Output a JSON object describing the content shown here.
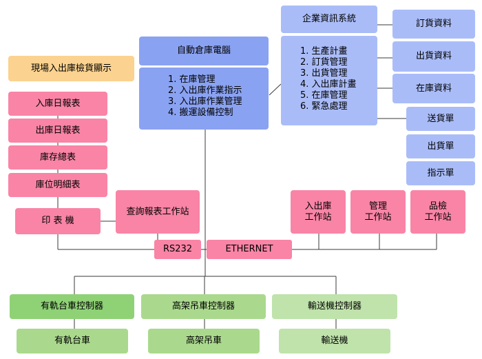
{
  "central": {
    "title": "自動倉庫電腦",
    "items": [
      "1. 在庫管理",
      "2. 入出庫作業指示",
      "3. 入出庫作業管理",
      "4. 搬運設備控制"
    ]
  },
  "erp": {
    "title": "企業資訊系統",
    "items": [
      "1. 生產計畫",
      "2. 訂貨管理",
      "3. 出貨管理",
      "4. 入出庫計畫",
      "5. 在庫管理",
      "6. 緊急處理"
    ]
  },
  "erp_outputs": [
    "訂貨資料",
    "出貨資料",
    "在庫資料"
  ],
  "slips": [
    "送貨單",
    "出貨單",
    "指示單"
  ],
  "display": "現場入出庫檢貨顯示",
  "reports": [
    "入庫日報表",
    "出庫日報表",
    "庫存總表",
    "庫位明細表"
  ],
  "printer": "印 表 機",
  "query_station": "查詢報表工作站",
  "rs232": "RS232",
  "ethernet": "ETHERNET",
  "workstations": [
    {
      "line1": "入出庫",
      "line2": "工作站"
    },
    {
      "line1": "管理",
      "line2": "工作站"
    },
    {
      "line1": "品檢",
      "line2": "工作站"
    }
  ],
  "controllers": [
    "有軌台車控制器",
    "高架吊車控制器",
    "輸送機控制器"
  ],
  "devices": [
    "有軌台車",
    "高架吊車",
    "輸送機"
  ],
  "colors": {
    "pink": "#f984a6",
    "blue_dark": "#8aa2f2",
    "blue_light": "#aabcf8",
    "orange": "#fbd28f",
    "green_dark": "#8fd276",
    "green_mid": "#aad98d",
    "green_light": "#bfe3ab"
  }
}
